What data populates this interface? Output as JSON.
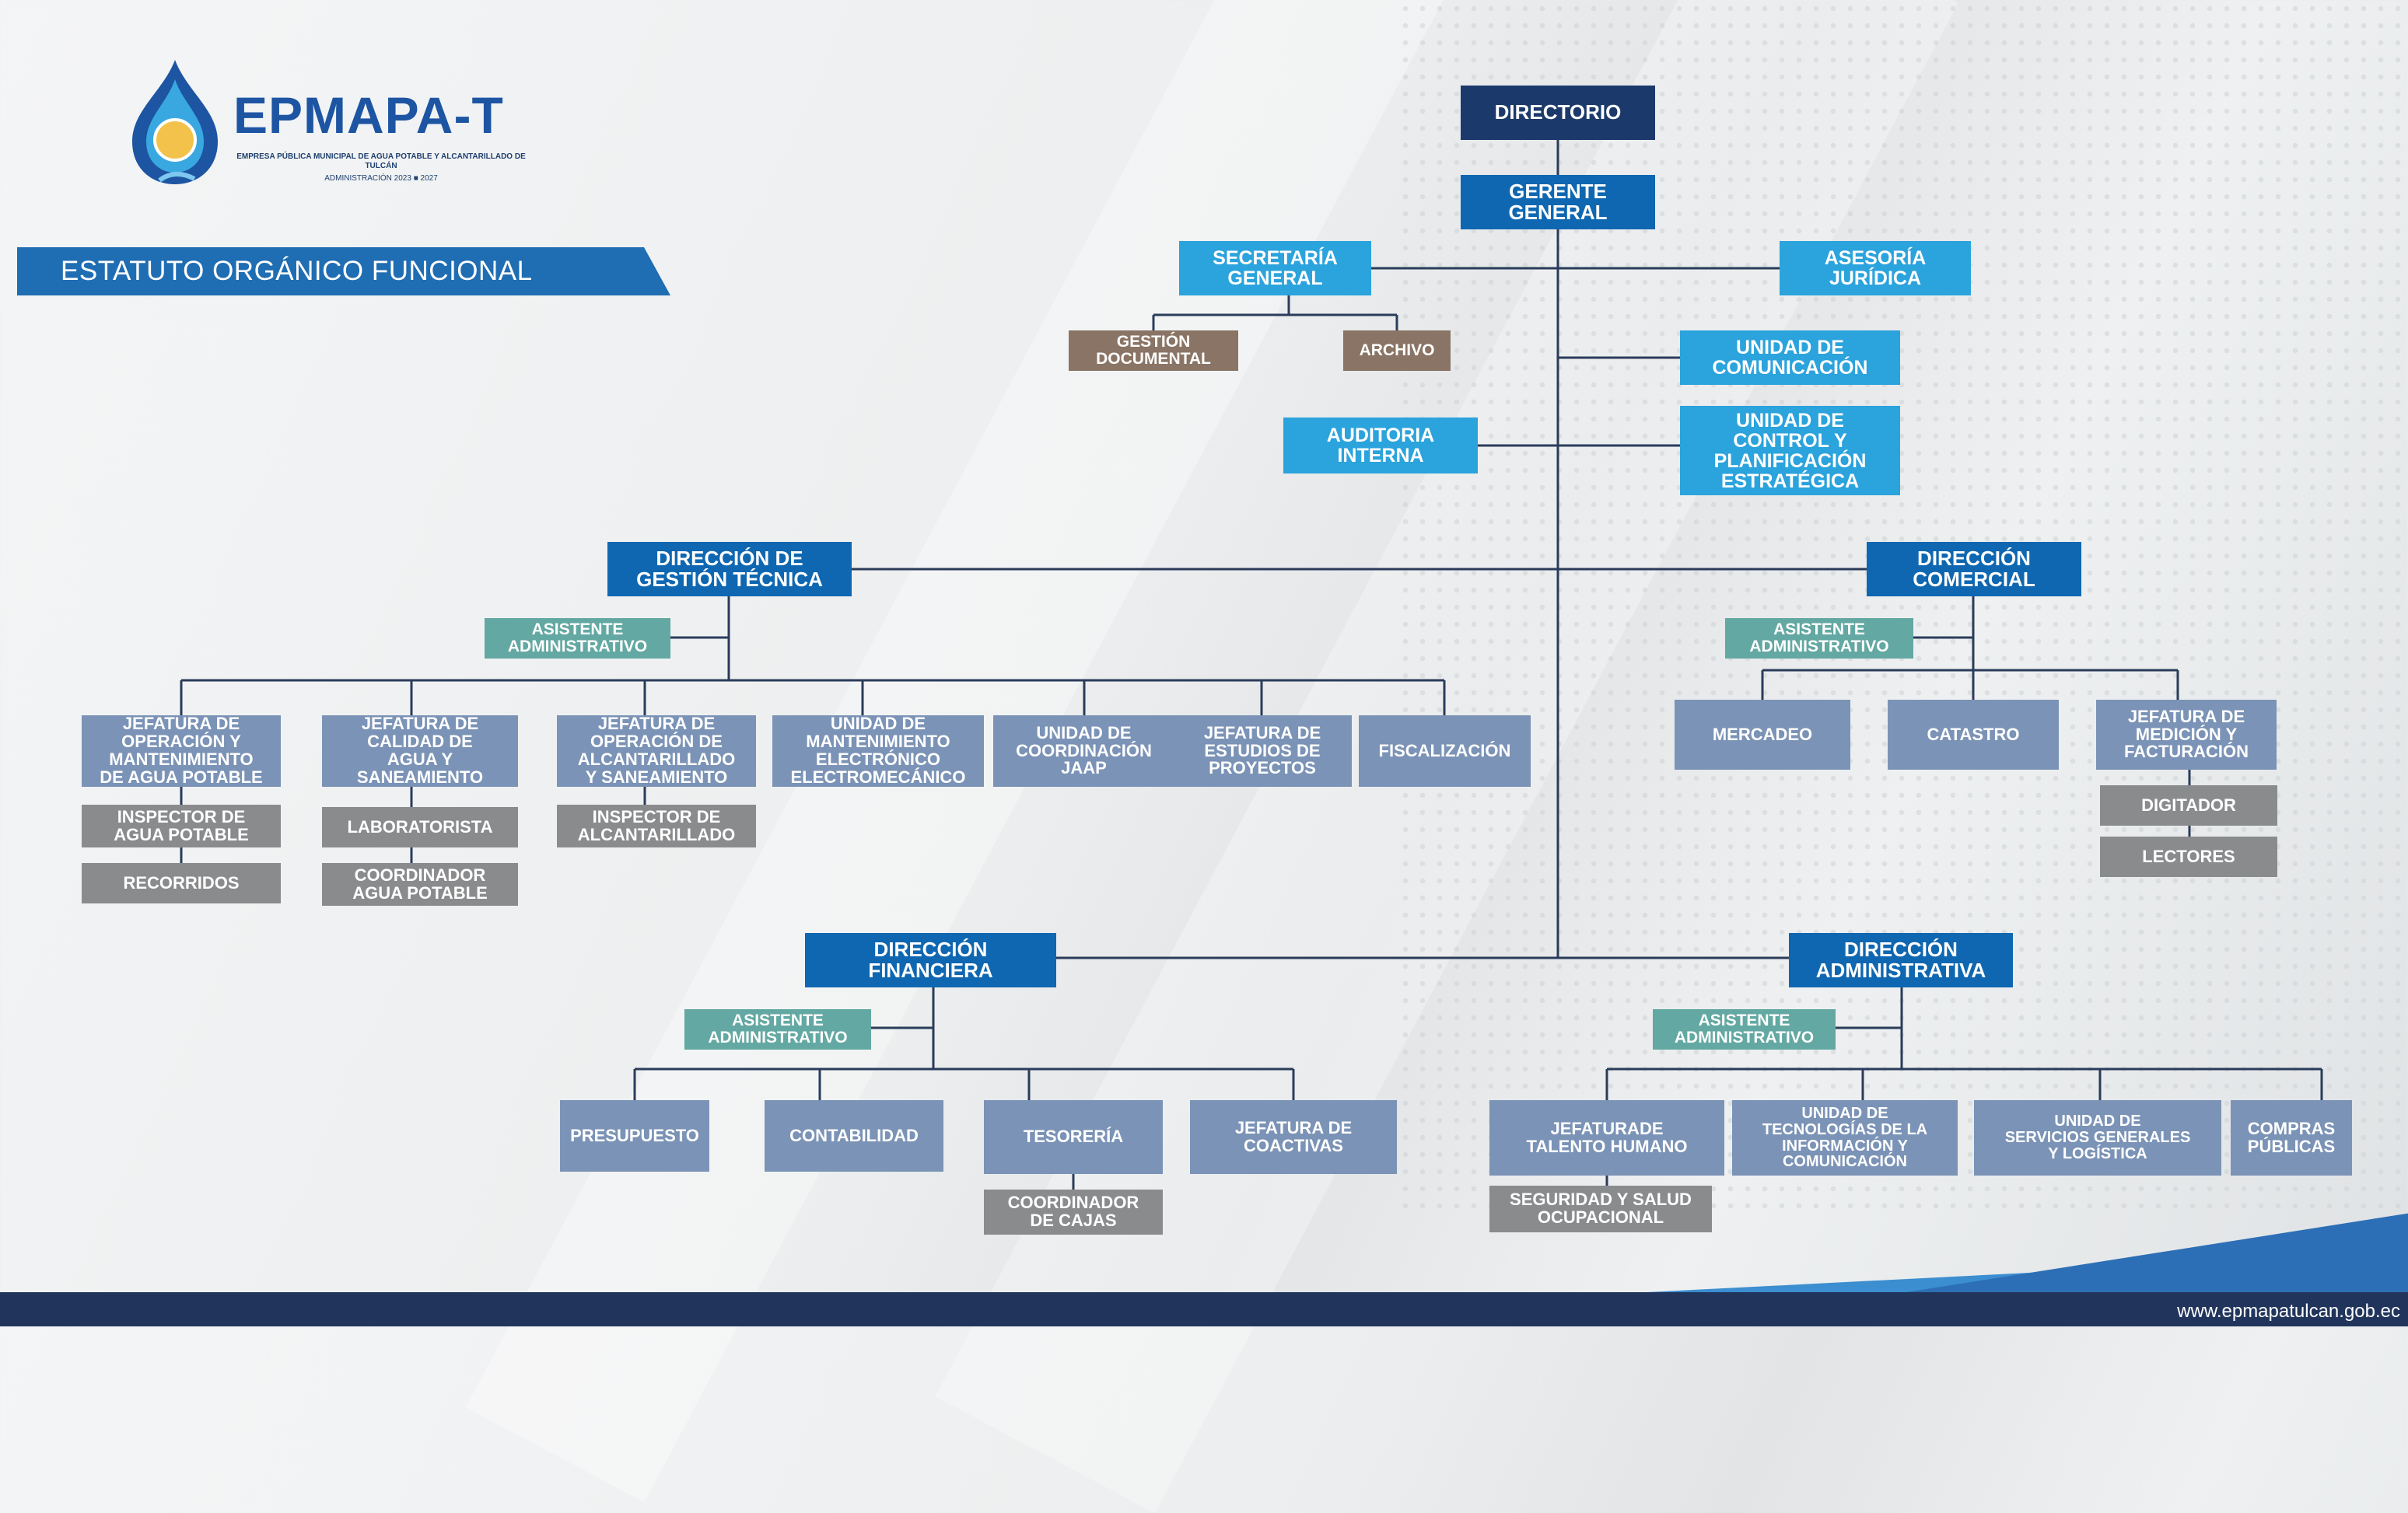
{
  "logo": {
    "brand_name": "EPMAPA-T",
    "subtitle": "EMPRESA PÚBLICA MUNICIPAL DE AGUA POTABLE Y ALCANTARILLADO DE TULCÁN",
    "period": "ADMINISTRACIÓN 2023 ■ 2027"
  },
  "banner_title": "ESTATUTO ORGÁNICO FUNCIONAL",
  "footer_url": "www.epmapatulcan.gob.ec",
  "colors": {
    "navy": "#1b3a6b",
    "blue": "#0f67b1",
    "sky": "#2ba3dc",
    "teal": "#63a8a2",
    "brown": "#8a7465",
    "slate": "#7b93b6",
    "gray": "#8a8b8d",
    "line": "#2a3c5a"
  },
  "org": {
    "directorio": "DIRECTORIO",
    "gerente": "GERENTE\nGENERAL",
    "secretaria": "SECRETARÍA\nGENERAL",
    "gestion_documental": "GESTIÓN\nDOCUMENTAL",
    "archivo": "ARCHIVO",
    "asesoria": "ASESORÍA\nJURÍDICA",
    "comunicacion": "UNIDAD DE\nCOMUNICACIÓN",
    "auditoria": "AUDITORIA\nINTERNA",
    "control": "UNIDAD DE\nCONTROL Y\nPLANIFICACIÓN\nESTRATÉGICA",
    "dir_tecnica": "DIRECCIÓN DE\nGESTIÓN TÉCNICA",
    "asist_tecnica": "ASISTENTE\nADMINISTRATIVO",
    "jef_agua": "JEFATURA DE\nOPERACIÓN Y\nMANTENIMIENTO\nDE AGUA POTABLE",
    "insp_agua": "INSPECTOR DE\nAGUA POTABLE",
    "recorridos": "RECORRIDOS",
    "jef_calidad": "JEFATURA DE\nCALIDAD DE\nAGUA Y\nSANEAMIENTO",
    "laboratorista": "LABORATORISTA",
    "coord_agua": "COORDINADOR\nAGUA POTABLE",
    "jef_alcant": "JEFATURA DE\nOPERACIÓN DE\nALCANTARILLADO\nY SANEAMIENTO",
    "insp_alcant": "INSPECTOR DE\nALCANTARILLADO",
    "mant_electro": "UNIDAD DE\nMANTENIMIENTO\nELECTRÓNICO\nELECTROMECÁNICO",
    "coord_jaap": "UNIDAD DE\nCOORDINACIÓN\nJAAP",
    "estudios": "JEFATURA DE\nESTUDIOS DE\nPROYECTOS",
    "fiscalizacion": "FISCALIZACIÓN",
    "dir_comercial": "DIRECCIÓN\nCOMERCIAL",
    "asist_comercial": "ASISTENTE\nADMINISTRATIVO",
    "mercadeo": "MERCADEO",
    "catastro": "CATASTRO",
    "medicion": "JEFATURA DE\nMEDICIÓN Y\nFACTURACIÓN",
    "digitador": "DIGITADOR",
    "lectores": "LECTORES",
    "dir_financiera": "DIRECCIÓN\nFINANCIERA",
    "asist_financiera": "ASISTENTE\nADMINISTRATIVO",
    "presupuesto": "PRESUPUESTO",
    "contabilidad": "CONTABILIDAD",
    "tesoreria": "TESORERÍA",
    "coord_cajas": "COORDINADOR\nDE CAJAS",
    "coactivas": "JEFATURA DE\nCOACTIVAS",
    "dir_admin": "DIRECCIÓN\nADMINISTRATIVA",
    "asist_admin": "ASISTENTE\nADMINISTRATIVO",
    "talento": "JEFATURADE\nTALENTO HUMANO",
    "seguridad": "SEGURIDAD Y SALUD\nOCUPACIONAL",
    "tics": "UNIDAD DE\nTECNOLOGÍAS DE LA\nINFORMACIÓN Y\nCOMUNICACIÓN",
    "servicios": "UNIDAD DE\nSERVICIOS GENERALES\nY LOGÍSTICA",
    "compras": "COMPRAS\nPÚBLICAS"
  }
}
